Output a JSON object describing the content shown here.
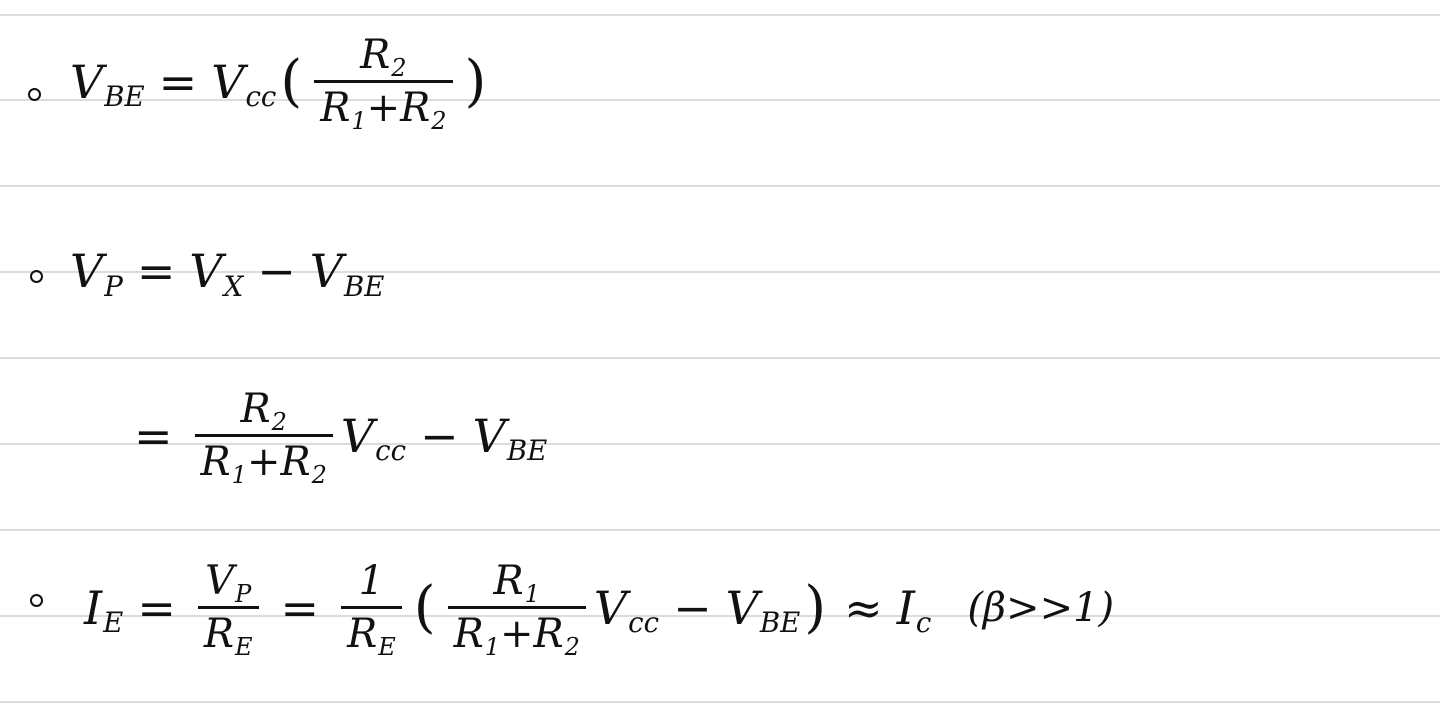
{
  "eq1": {
    "lhs_main": "V",
    "lhs_sub": "BE",
    "eq": "=",
    "vcc_main": "V",
    "vcc_sub": "cc",
    "paren_open": "(",
    "num_main": "R",
    "num_sub": "2",
    "den_a_main": "R",
    "den_a_sub": "1",
    "den_plus": "+",
    "den_b_main": "R",
    "den_b_sub": "2",
    "paren_close": ")"
  },
  "eq2": {
    "lhs_main": "V",
    "lhs_sub": "P",
    "eq": "=",
    "t1_main": "V",
    "t1_sub": "X",
    "minus": "−",
    "t2_main": "V",
    "t2_sub": "BE"
  },
  "eq3": {
    "eq": "=",
    "num_main": "R",
    "num_sub": "2",
    "den_a_main": "R",
    "den_a_sub": "1",
    "den_plus": "+",
    "den_b_main": "R",
    "den_b_sub": "2",
    "vcc_main": "V",
    "vcc_sub": "cc",
    "minus": "−",
    "vbe_main": "V",
    "vbe_sub": "BE"
  },
  "eq4": {
    "lhs_main": "I",
    "lhs_sub": "E",
    "eq1": "=",
    "f1_num_main": "V",
    "f1_num_sub": "P",
    "f1_den_main": "R",
    "f1_den_sub": "E",
    "eq2": "=",
    "f2_num": "1",
    "f2_den_main": "R",
    "f2_den_sub": "E",
    "paren_open": "(",
    "f3_num_main": "R",
    "f3_num_sub": "1",
    "f3_den_a_main": "R",
    "f3_den_a_sub": "1",
    "f3_den_plus": "+",
    "f3_den_b_main": "R",
    "f3_den_b_sub": "2",
    "vcc_main": "V",
    "vcc_sub": "cc",
    "minus": "−",
    "vbe_main": "V",
    "vbe_sub": "BE",
    "paren_close": ")",
    "approx": "≈",
    "ic_main": "I",
    "ic_sub": "c",
    "condition": "(β>>1)"
  }
}
